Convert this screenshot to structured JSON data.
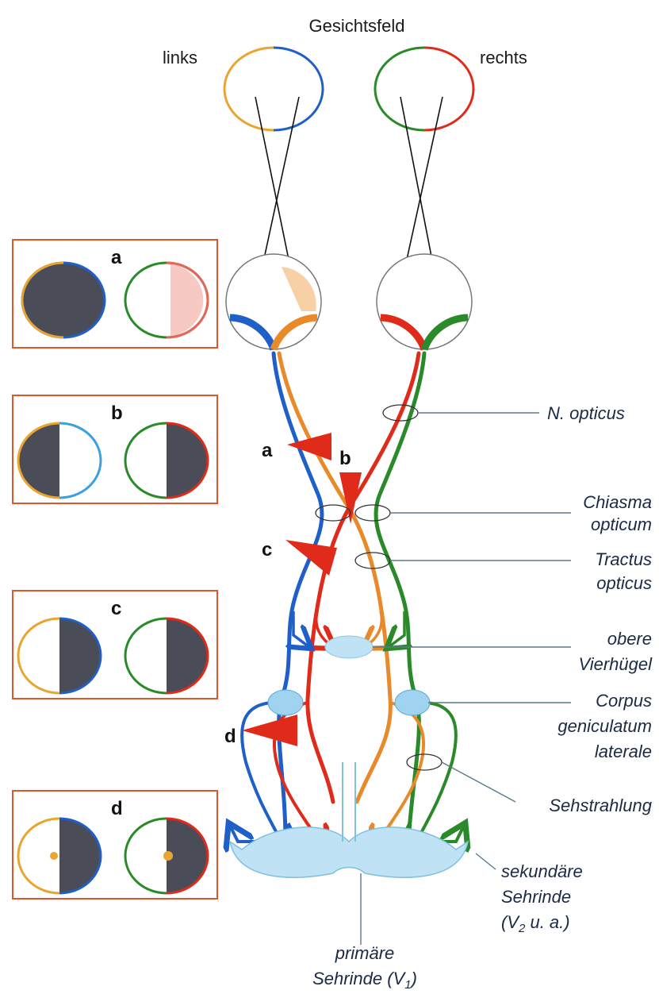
{
  "header": {
    "title": "Gesichtsfeld",
    "left": "links",
    "right": "rechts"
  },
  "panels": [
    {
      "letter": "a"
    },
    {
      "letter": "b"
    },
    {
      "letter": "c"
    },
    {
      "letter": "d"
    }
  ],
  "lesions": [
    "a",
    "b",
    "c",
    "d"
  ],
  "labels": {
    "n_opticus": "N. opticus",
    "chiasma_1": "Chiasma",
    "chiasma_2": "opticum",
    "tractus_1": "Tractus",
    "tractus_2": "opticus",
    "vierhuegel_1": "obere",
    "vierhuegel_2": "Vierhügel",
    "cgl_1": "Corpus",
    "cgl_2": "geniculatum",
    "cgl_3": "laterale",
    "sehstrahlung": "Sehstrahlung",
    "sek_1": "sekundäre",
    "sek_2": "Sehrinde",
    "sek_3": "(V",
    "sek_3_sub": "2",
    "sek_3_end": " u. a.)",
    "prim_1": "primäre",
    "prim_2": "Sehrinde (V",
    "prim_2_sub": "1",
    "prim_2_end": ")"
  },
  "colors": {
    "blue": "#1f5fc8",
    "orange": "#e8892a",
    "red": "#e02a1a",
    "green": "#2a8a2a",
    "dark": "#4a4d57",
    "cortex": "#bfe2f5",
    "panel_border": "#e0552a"
  }
}
